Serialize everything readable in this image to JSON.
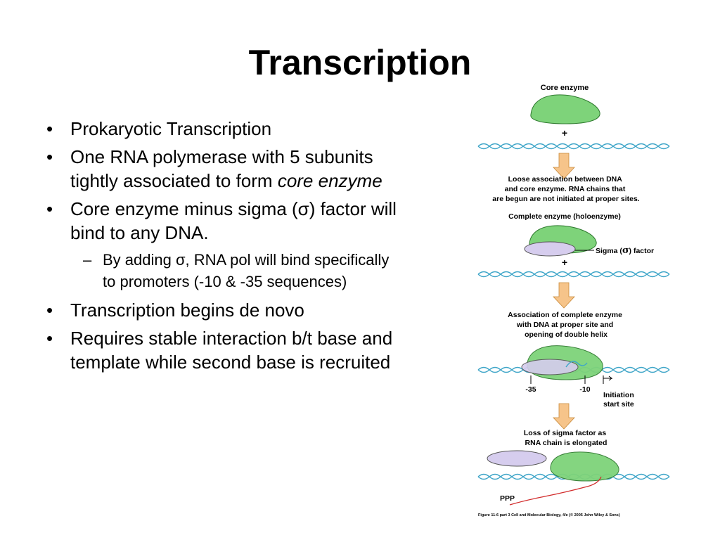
{
  "slide": {
    "title": "Transcription",
    "bullets": [
      {
        "level": 1,
        "text": "Prokaryotic Transcription"
      },
      {
        "level": 1,
        "text": "One RNA polymerase with 5 subunits tightly associated to form ",
        "em": "core enzyme"
      },
      {
        "level": 1,
        "text": "Core enzyme minus sigma (σ) factor will bind to any DNA."
      },
      {
        "level": 2,
        "text": "By adding σ, RNA pol will bind specifically to promoters (-10 & -35 sequences)"
      },
      {
        "level": 1,
        "text": "Transcription begins de novo"
      },
      {
        "level": 1,
        "text": "Requires stable interaction b/t base and template while second base is recruited"
      }
    ]
  },
  "figure": {
    "core_enzyme_label": "Core enzyme",
    "plus_sign": "+",
    "loose_association_lines": [
      "Loose association between DNA",
      "and core enzyme. RNA chains that",
      "are begun are not initiated at proper sites."
    ],
    "complete_enzyme_label": "Complete enzyme (holoenzyme)",
    "sigma_factor_label_pre": "Sigma (",
    "sigma_symbol": "σ",
    "sigma_factor_label_post": ") factor",
    "association_lines": [
      "Association of complete enzyme",
      "with DNA at proper site and",
      "opening of double helix"
    ],
    "minus35_label": "-35",
    "minus10_label": "-10",
    "initiation_lines": [
      "Initiation",
      "start site"
    ],
    "loss_lines": [
      "Loss of sigma factor as",
      "RNA chain is elongated"
    ],
    "ppp_label": "PPP",
    "caption": "Figure 11-6 part 3  Cell and Molecular Biology, 4/e (© 2005 John Wiley & Sons)",
    "colors": {
      "enzyme_green": "#7ed37a",
      "enzyme_stroke": "#2f7a2f",
      "sigma_lavender": "#d6cdee",
      "dna_blue": "#3ea5c8",
      "arrow_orange": "#f6c48a",
      "rna_red": "#d22d2d"
    }
  }
}
